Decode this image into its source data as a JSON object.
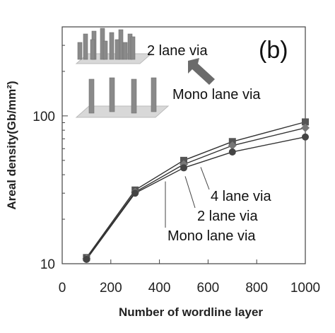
{
  "chart_data": {
    "type": "line",
    "panel_label": "(b)",
    "xlabel": "Number of wordline layer",
    "ylabel": "Areal density(Gb/mm²)",
    "x_ticks": [
      "0",
      "200",
      "400",
      "600",
      "800",
      "1000"
    ],
    "y_ticks": [
      "10",
      "100"
    ],
    "xlim": [
      0,
      1000
    ],
    "ylim": [
      10,
      400
    ],
    "y_scale": "log",
    "grid": false,
    "series": [
      {
        "name": "4 lane via",
        "marker": "square",
        "x": [
          100,
          300,
          500,
          700,
          1000
        ],
        "y": [
          11.0,
          31.5,
          50,
          67,
          91
        ]
      },
      {
        "name": "2 lane via",
        "marker": "diamond",
        "x": [
          100,
          300,
          500,
          700,
          1000
        ],
        "y": [
          10.8,
          30.5,
          47,
          63,
          83
        ]
      },
      {
        "name": "Mono lane via",
        "marker": "circle",
        "x": [
          100,
          300,
          500,
          700,
          1000
        ],
        "y": [
          10.7,
          30,
          44.5,
          57,
          72
        ]
      }
    ],
    "annotations": {
      "inset_top": "2 lane via",
      "inset_bottom": "Mono lane via"
    }
  }
}
